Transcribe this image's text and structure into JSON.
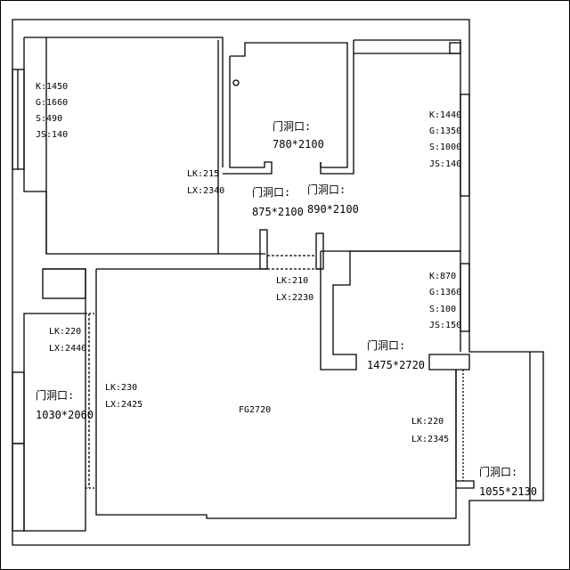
{
  "rooms": {
    "bedroom_left": {
      "lines": [
        "K:1450",
        "G:1660",
        "S:490",
        "JS:140"
      ]
    },
    "bedroom_right": {
      "lines": [
        "K:1440",
        "G:1350",
        "S:1000",
        "JS:140"
      ]
    },
    "kitchen": {
      "lines": [
        "K:870",
        "G:1360",
        "S:100",
        "JS:150"
      ]
    },
    "bedroom_left_wall": {
      "lines": [
        "LK:215",
        "LX:2340"
      ]
    },
    "living_top_wall": {
      "lines": [
        "LK:210",
        "LX:2230"
      ]
    },
    "balcony": {
      "lines": [
        "LK:220",
        "LX:2440"
      ]
    },
    "living_left_wall": {
      "lines": [
        "LK:230",
        "LX:2425"
      ]
    },
    "living_right_wall": {
      "lines": [
        "LK:220",
        "LX:2345"
      ]
    },
    "floor_height": "FG2720"
  },
  "doors": [
    {
      "title": "门洞口:",
      "size": "780*2100"
    },
    {
      "title": "门洞口:",
      "size": "875*2100"
    },
    {
      "title": "门洞口:",
      "size": "890*2100"
    },
    {
      "title": "门洞口:",
      "size": "1475*2720"
    },
    {
      "title": "门洞口:",
      "size": "1030*2060"
    },
    {
      "title": "门洞口:",
      "size": "1055*2130"
    }
  ]
}
